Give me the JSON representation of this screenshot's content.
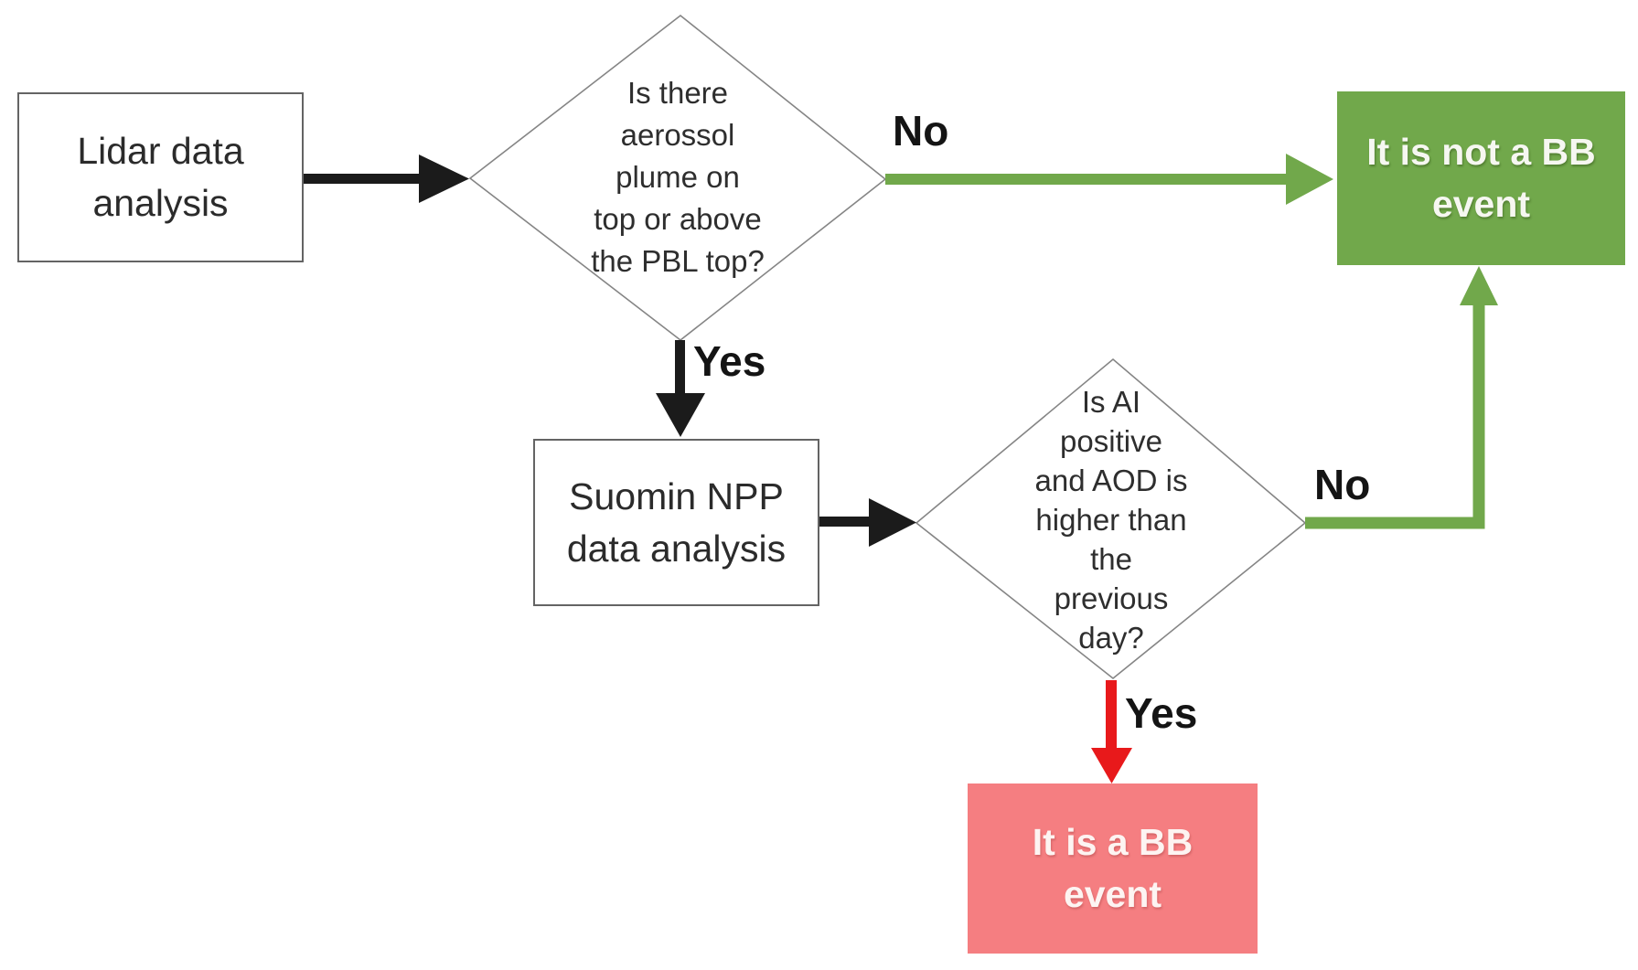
{
  "flowchart": {
    "nodes": {
      "lidar": {
        "label": "Lidar data analysis"
      },
      "decision1": {
        "lines": [
          "Is there",
          "aerossol",
          "plume on",
          "top or above",
          "the PBL top?"
        ]
      },
      "suomin": {
        "label": "Suomin NPP data analysis"
      },
      "decision2": {
        "lines": [
          "Is AI",
          "positive",
          "and AOD is",
          "higher than",
          "the",
          "previous",
          "day?"
        ]
      },
      "not_bb": {
        "label": "It is not a BB event"
      },
      "is_bb": {
        "label": "It is a BB event"
      }
    },
    "edge_labels": {
      "no1": "No",
      "yes1": "Yes",
      "no2": "No",
      "yes2": "Yes"
    },
    "colors": {
      "green": "#71a84b",
      "red_box": "#f57e81",
      "red_arrow": "#e8191b",
      "arrow_black": "#1b1b1b"
    }
  }
}
